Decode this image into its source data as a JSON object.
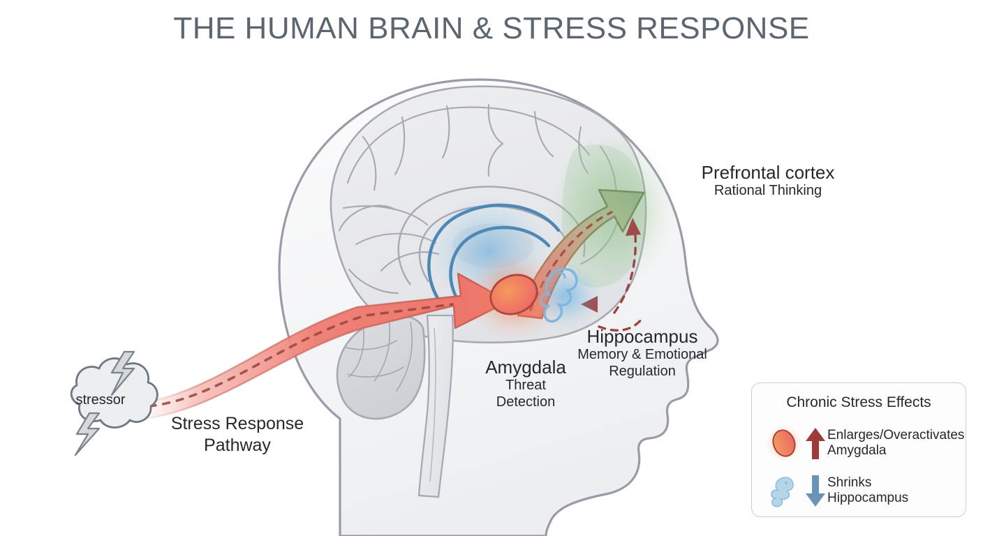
{
  "title": "THE HUMAN BRAIN & STRESS RESPONSE",
  "colors": {
    "title": "#5c6670",
    "head_outline": "#9a9aa8",
    "brain_outline": "#a8a8b2",
    "amygdala_core": "#f08a56",
    "amygdala_mid": "#ef6d62",
    "amygdala_edge": "#a8483f",
    "hippocampus_blue": "#7fb6df",
    "limbic_blue": "#4f88b4",
    "prefrontal_green": "#9fc79a",
    "stress_arrow": "#ef8278",
    "stress_arrow_edge": "#c85a50",
    "feedback_dash": "#9e4440",
    "legend_up_arrow": "#9e3b36",
    "legend_down_arrow": "#6b93b5",
    "legend_border": "#c9cdd2",
    "background": "#ffffff"
  },
  "labels": {
    "prefrontal": {
      "name": "Prefrontal cortex",
      "sub": "Rational Thinking"
    },
    "hippocampus": {
      "name": "Hippocampus",
      "sub_line1": "Memory & Emotional",
      "sub_line2": "Regulation"
    },
    "amygdala": {
      "name": "Amygdala",
      "sub_line1": "Threat",
      "sub_line2": "Detection"
    },
    "pathway": {
      "line1": "Stress Response",
      "line2": "Pathway"
    },
    "stressor": "stressor"
  },
  "legend": {
    "title": "Chronic Stress Effects",
    "items": [
      {
        "icon": "amygdala-oval-icon",
        "arrow": "up-arrow-icon",
        "line1": "Enlarges/Overactivates",
        "line2": "Amygdala"
      },
      {
        "icon": "seahorse-icon",
        "arrow": "down-arrow-icon",
        "line1": "Shrinks",
        "line2": "Hippocampus"
      }
    ]
  }
}
